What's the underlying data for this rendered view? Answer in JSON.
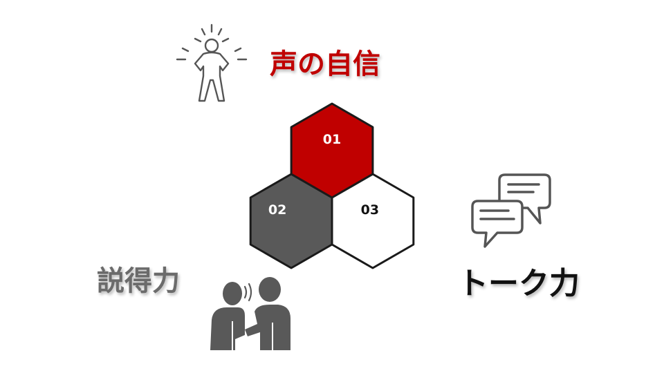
{
  "diagram": {
    "hexagons": [
      {
        "number": "01",
        "fill": "#c00000",
        "text_color": "#ffffff"
      },
      {
        "number": "02",
        "fill": "#595959",
        "text_color": "#ffffff"
      },
      {
        "number": "03",
        "fill": "#ffffff",
        "text_color": "#111111"
      }
    ],
    "labels": {
      "top": "声の自信",
      "left": "説得力",
      "right": "トーク力"
    },
    "colors": {
      "accent": "#c00000",
      "dark_gray": "#595959",
      "mid_gray": "#6b6b6b",
      "outline": "#1a1a1a"
    },
    "icons": [
      "confident-person-icon",
      "speech-bubbles-icon",
      "conversation-people-icon"
    ]
  }
}
